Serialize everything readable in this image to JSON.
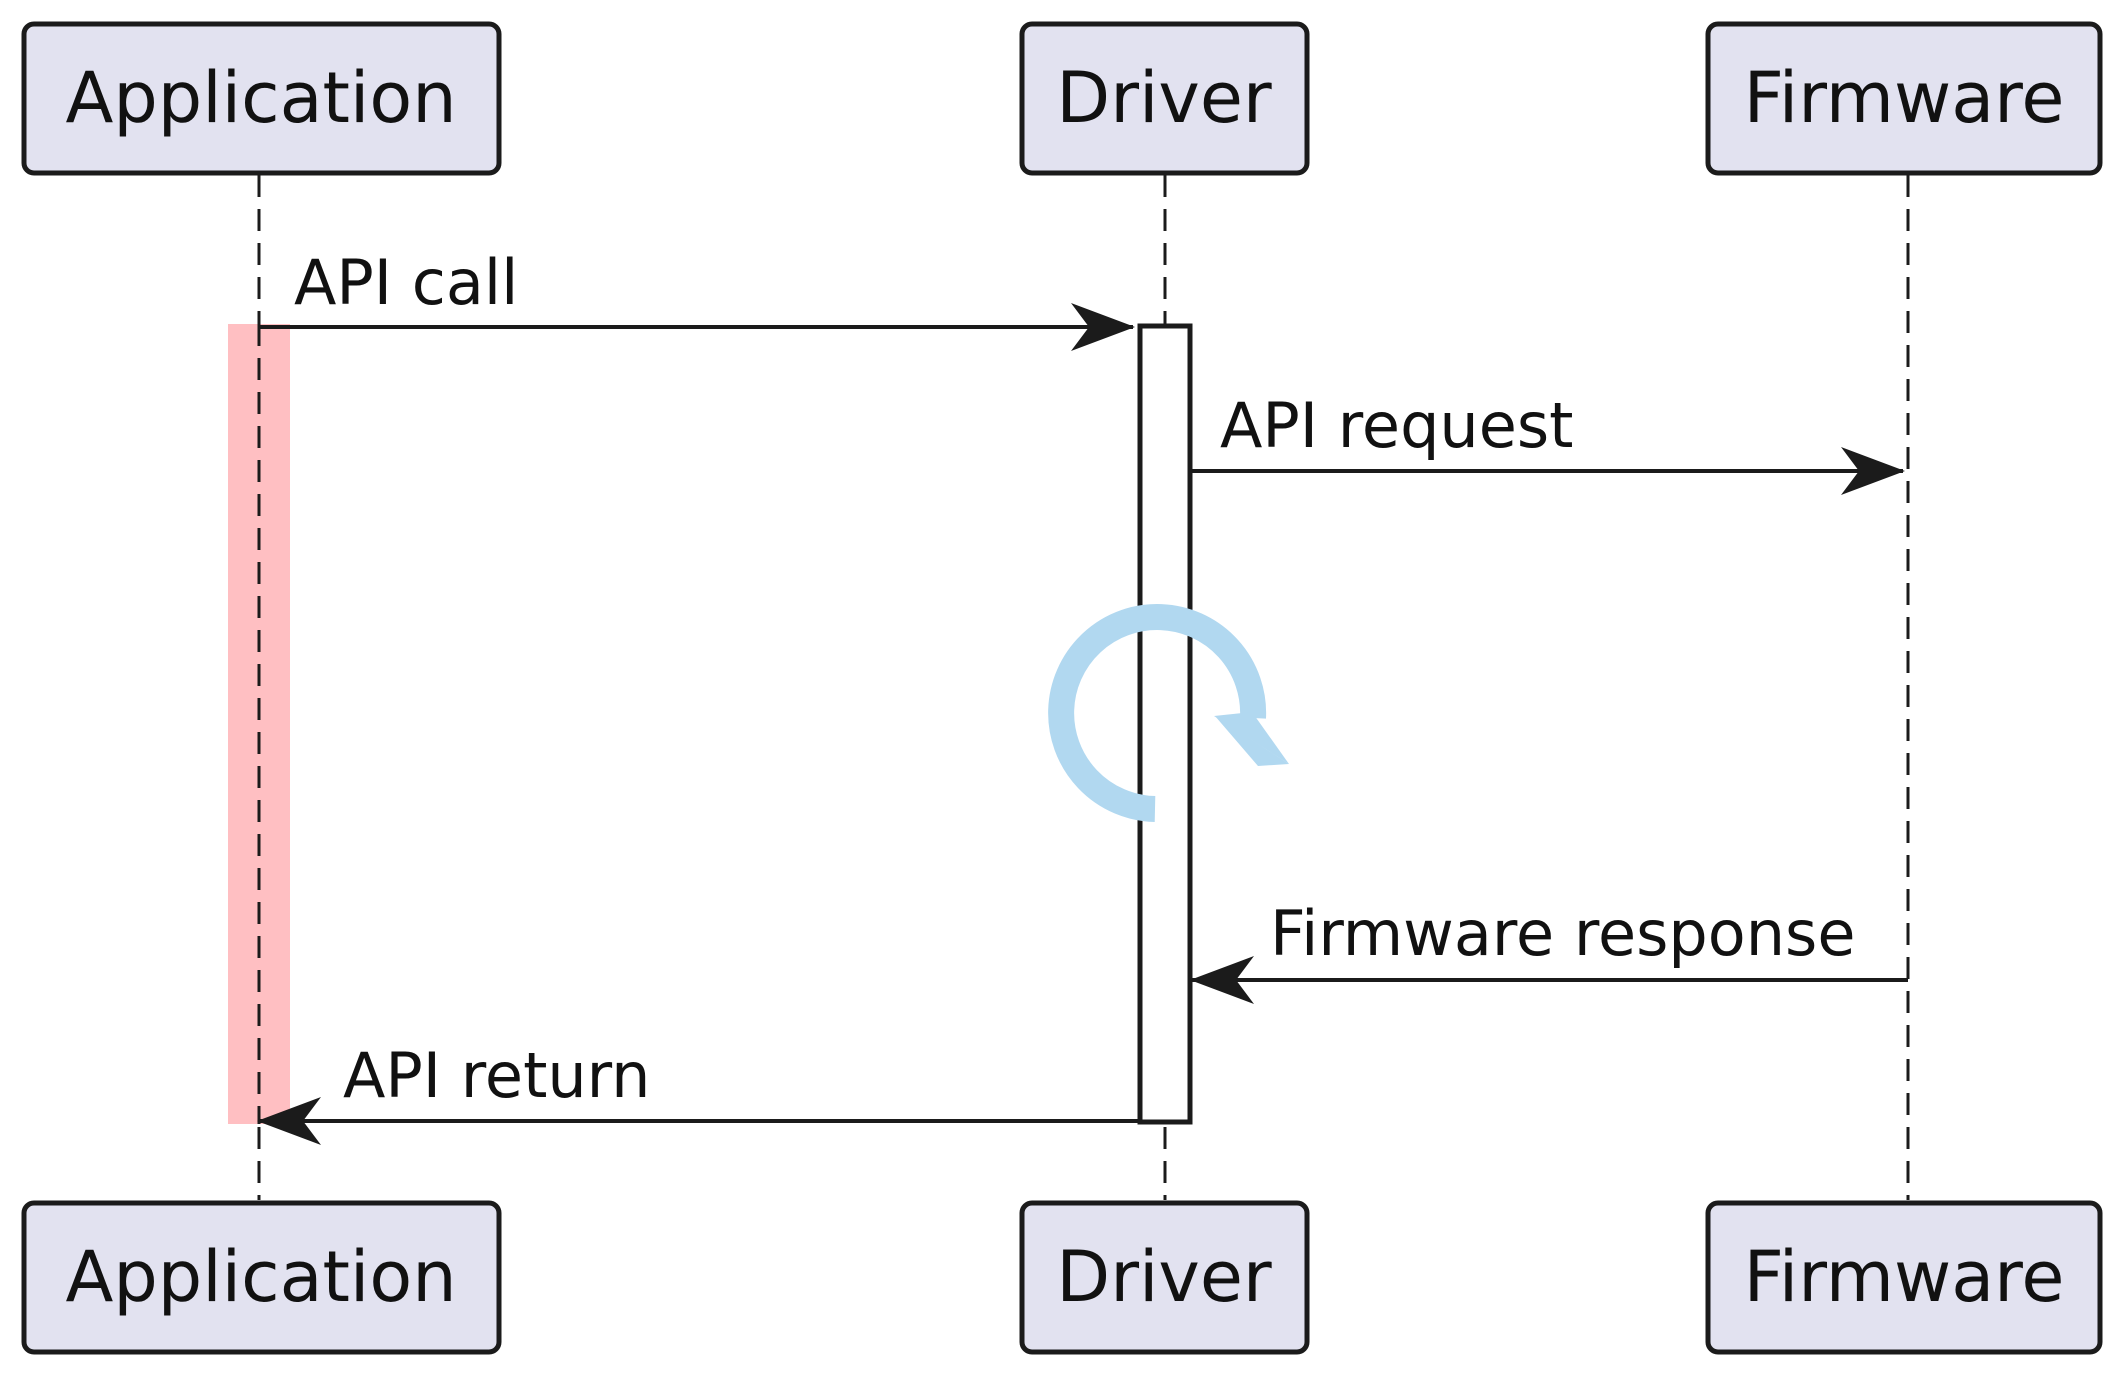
{
  "diagram": {
    "type": "sequence",
    "colors": {
      "participant_fill": "#e2e2f0",
      "participant_stroke": "#1b1b1b",
      "line": "#1b1b1b",
      "highlight": "#ffbfc2",
      "loop_icon": "#b1d8f0"
    },
    "participants": [
      {
        "id": "application",
        "label": "Application"
      },
      {
        "id": "driver",
        "label": "Driver"
      },
      {
        "id": "firmware",
        "label": "Firmware"
      }
    ],
    "messages": [
      {
        "from": "Application",
        "to": "Driver",
        "label": "API call"
      },
      {
        "from": "Driver",
        "to": "Firmware",
        "label": "API request"
      },
      {
        "from": "Firmware",
        "to": "Driver",
        "label": "Firmware response"
      },
      {
        "from": "Driver",
        "to": "Application",
        "label": "API return"
      }
    ],
    "icons": {
      "loop": "refresh-loop-icon"
    }
  }
}
